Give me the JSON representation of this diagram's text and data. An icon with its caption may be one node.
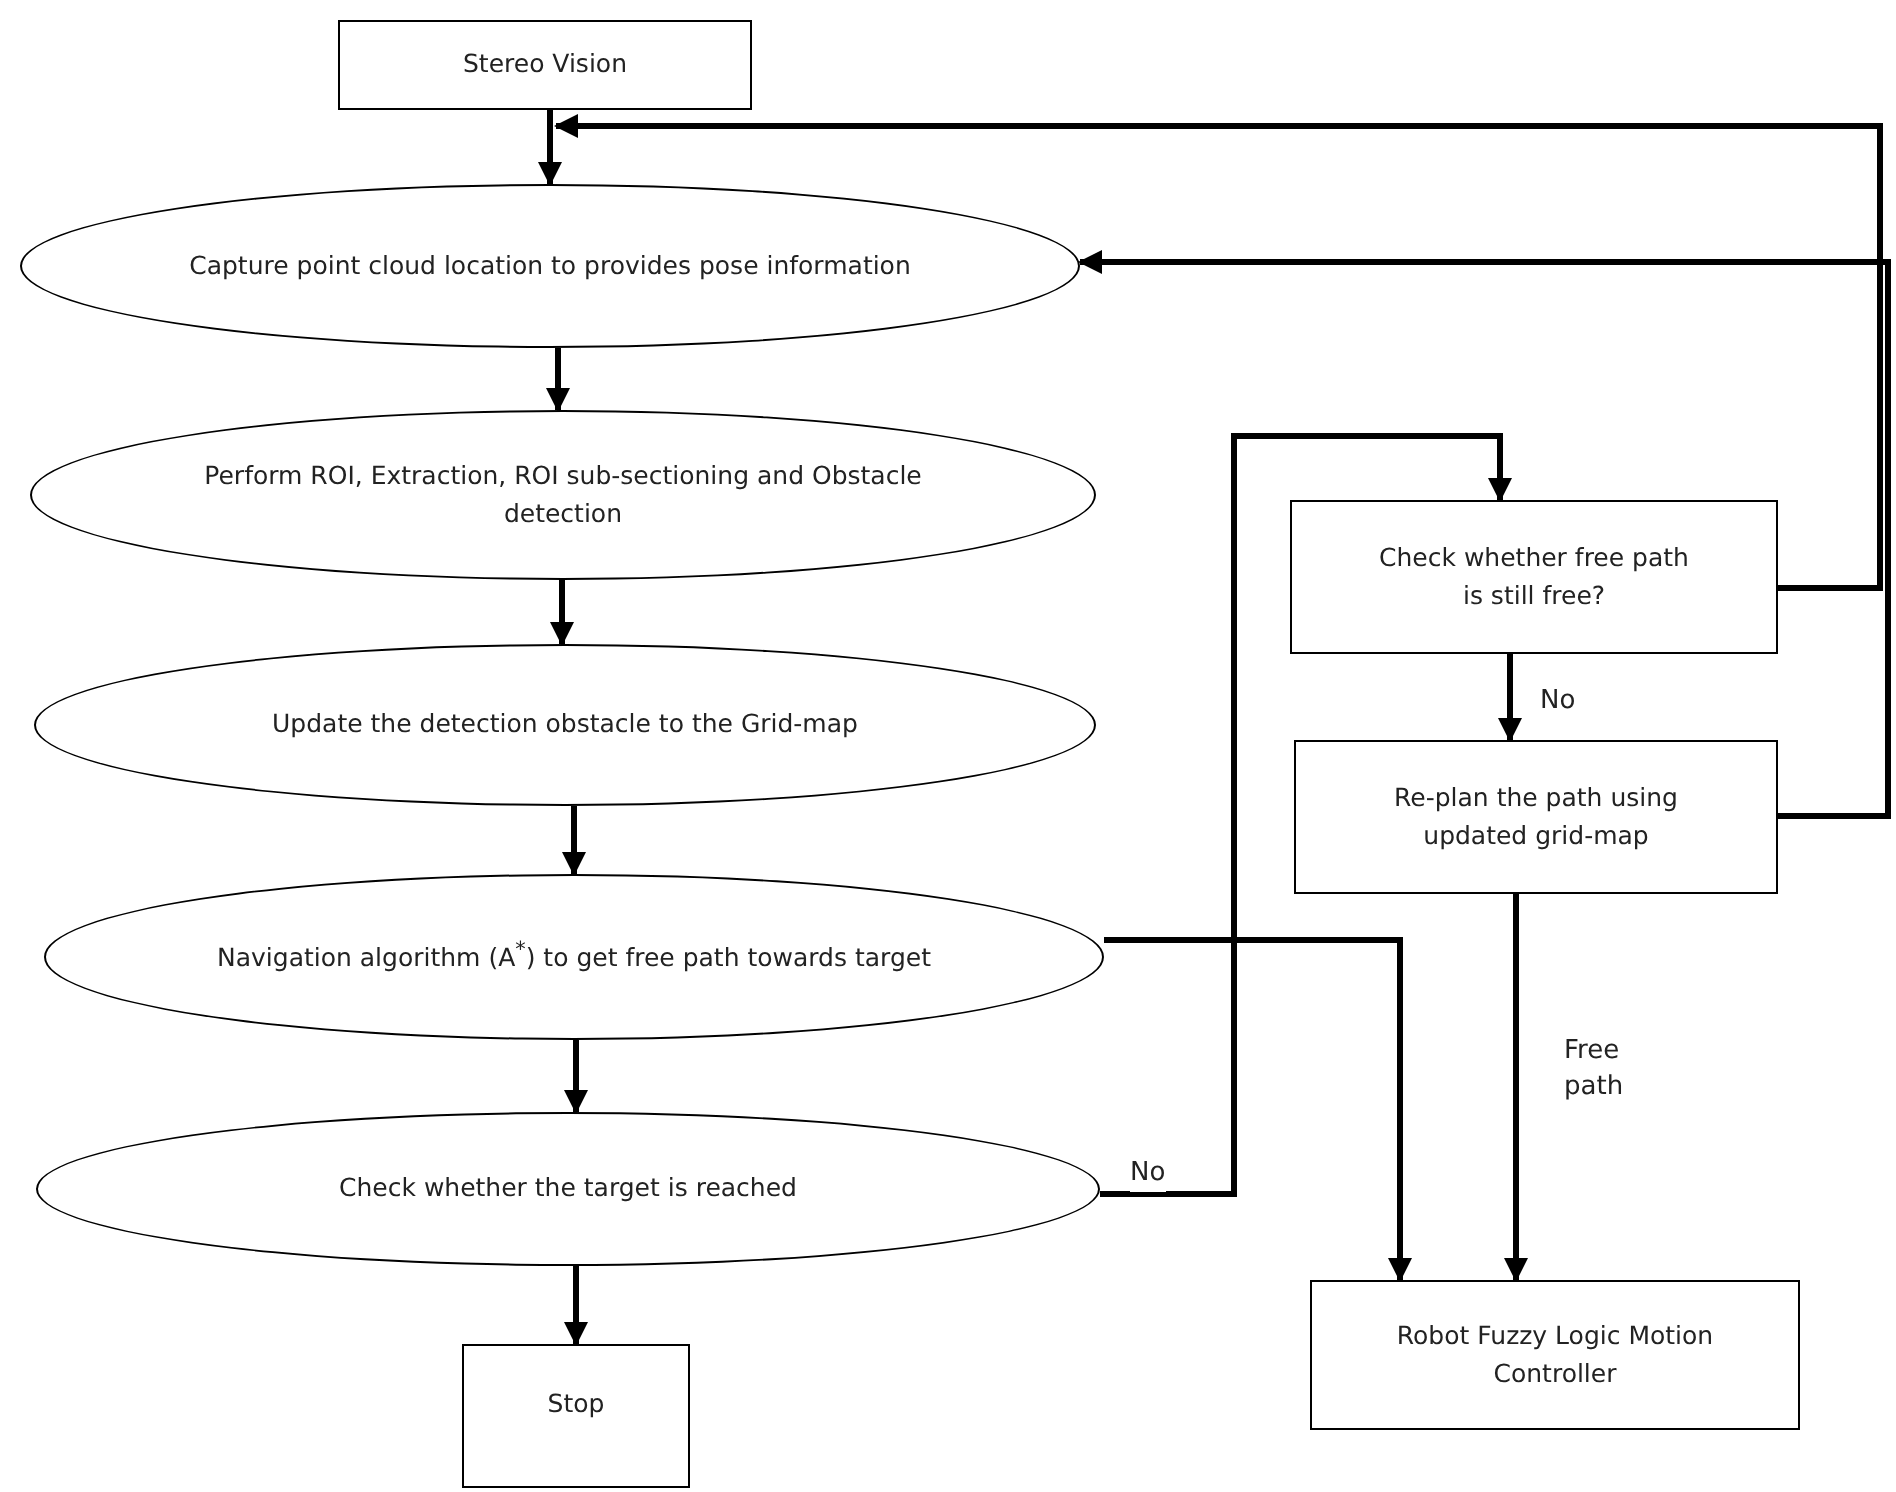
{
  "diagram": {
    "nodes": [
      {
        "text": [
          "Stereo Vision"
        ]
      },
      {
        "text": [
          "Capture point cloud location to provides pose information"
        ]
      },
      {
        "text": [
          "Perform ROI, Extraction, ROI sub-sectioning and Obstacle detection"
        ]
      },
      {
        "text": [
          "Update the detection obstacle to the Grid-map"
        ]
      },
      {
        "text": [
          "Navigation algorithm (A$^{*}$) to get free path towards target"
        ]
      },
      {
        "text": [
          "Check whether the target is reached"
        ]
      },
      {
        "text": [
          "Stop"
        ]
      },
      {
        "text": [
          "Check whether free path is still free?"
        ]
      },
      {
        "text": [
          "Re-plan the path using updated grid-map"
        ]
      },
      {
        "text": [
          "Robot Fuzzy Logic Motion Controller"
        ]
      }
    ],
    "edges": [
      {
        "from": 0,
        "to": 1,
        "arrow": "to"
      },
      {
        "from": 1,
        "to": 2,
        "arrow": "to"
      },
      {
        "from": 2,
        "to": 3,
        "arrow": "to"
      },
      {
        "from": 3,
        "to": 4,
        "arrow": "to"
      },
      {
        "from": 4,
        "to": 5,
        "arrow": "to"
      },
      {
        "from": 5,
        "to": 6,
        "arrow": "to"
      },
      {
        "from": 4,
        "to": 9,
        "arrow": "to"
      },
      {
        "from": 5,
        "to": 7,
        "arrow": "to",
        "label": "No"
      },
      {
        "from": 7,
        "to": 1,
        "arrow": "to"
      },
      {
        "from": 8,
        "to": 1,
        "arrow": "to"
      },
      {
        "from": 7,
        "to": 8,
        "arrow": "to",
        "label": "No"
      },
      {
        "from": 8,
        "to": 9,
        "arrow": "to",
        "label": "Free path"
      }
    ]
  }
}
